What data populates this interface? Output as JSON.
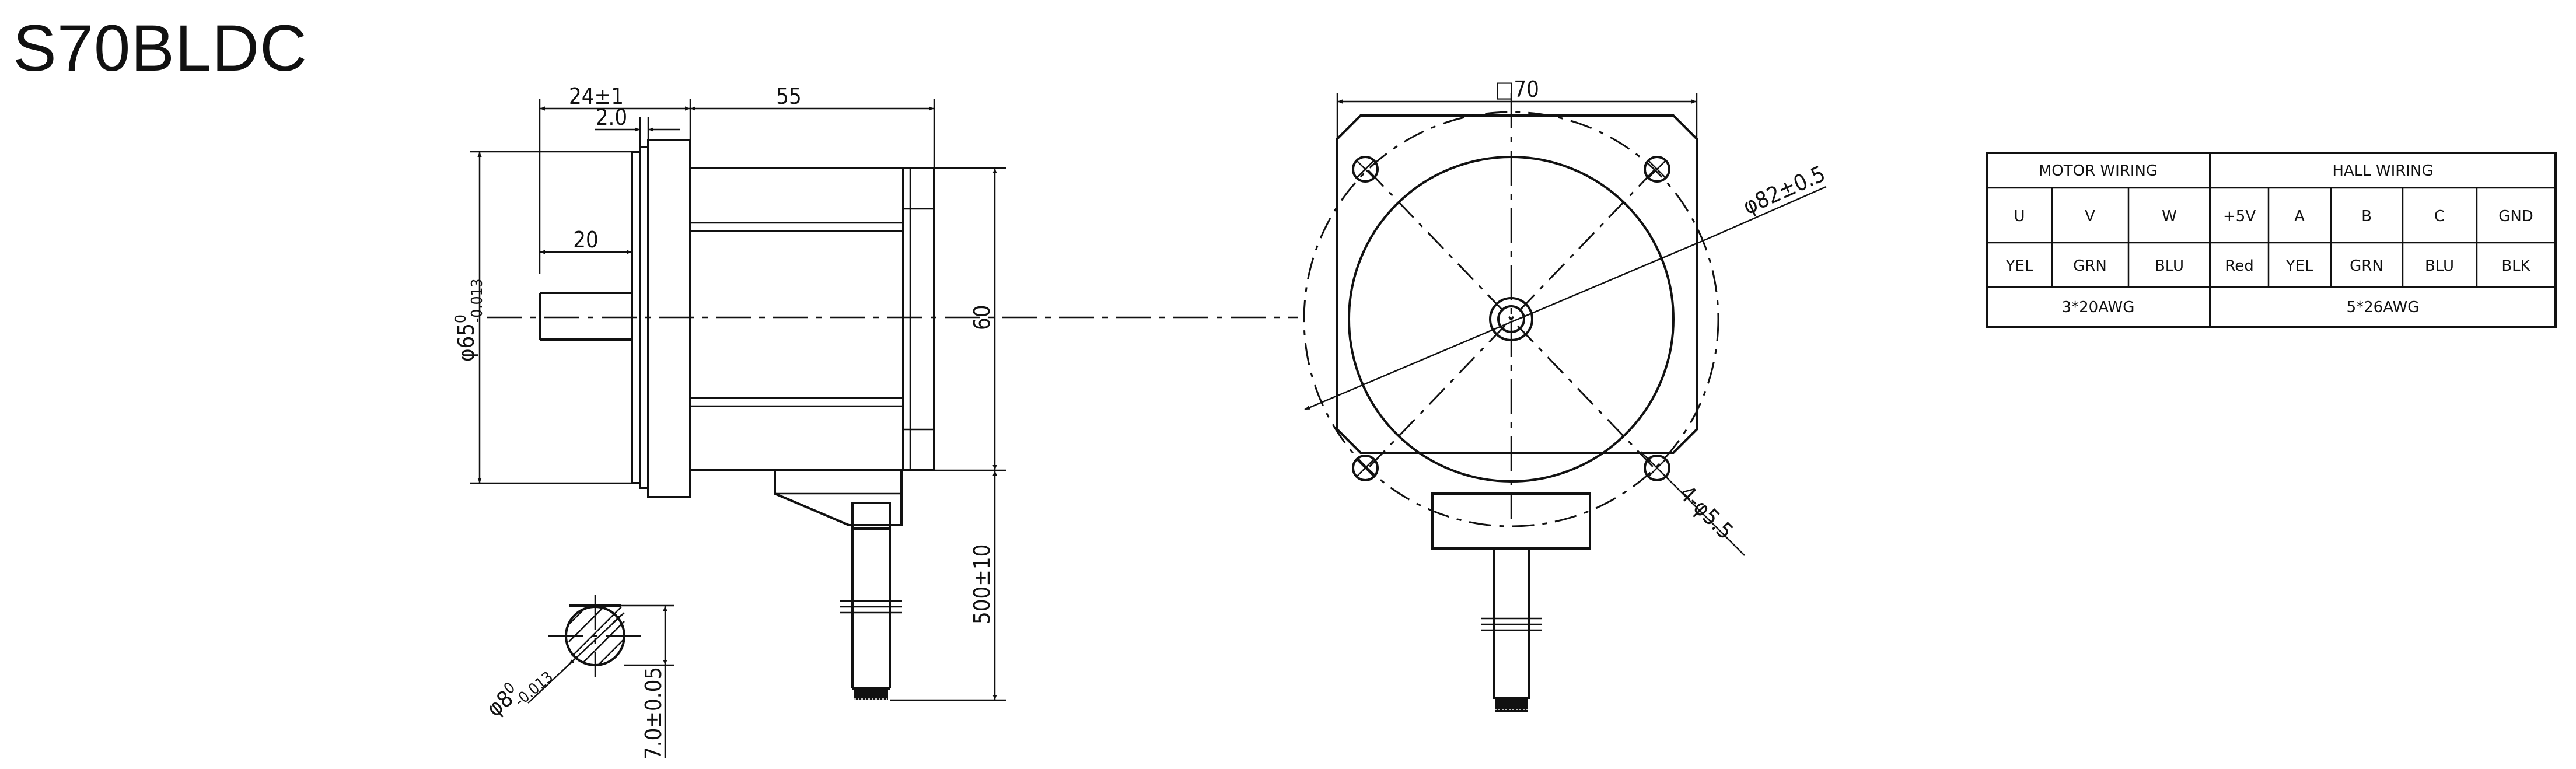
{
  "title": "S70BLDC",
  "side_view": {
    "dim_flange_width": "24±1",
    "dim_flange_step": "2.0",
    "dim_body_length": "55",
    "dim_shaft_length": "20",
    "dim_pilot_prefix": "φ65",
    "dim_pilot_sup": "0",
    "dim_pilot_sub": "-0.013",
    "dim_body_height": "60",
    "dim_lead_length": "500±10"
  },
  "shaft_section": {
    "dim_shaft_prefix": "φ8",
    "dim_shaft_sup": "0",
    "dim_shaft_sub": "-0.013",
    "dim_flat": "7.0±0.05"
  },
  "front_view": {
    "dim_square_symbol": "□",
    "dim_square_value": "70",
    "dim_bolt_circle": "φ82±0.5",
    "dim_holes": "4-φ5.5"
  },
  "wiring_table": {
    "motor_header": "MOTOR WIRING",
    "hall_header": "HALL WIRING",
    "motor_pins": [
      "U",
      "V",
      "W"
    ],
    "motor_colors": [
      "YEL",
      "GRN",
      "BLU"
    ],
    "motor_gauge": "3*20AWG",
    "hall_pins": [
      "+5V",
      "A",
      "B",
      "C",
      "GND"
    ],
    "hall_colors": [
      "Red",
      "YEL",
      "GRN",
      "BLU",
      "BLK"
    ],
    "hall_gauge": "5*26AWG"
  }
}
